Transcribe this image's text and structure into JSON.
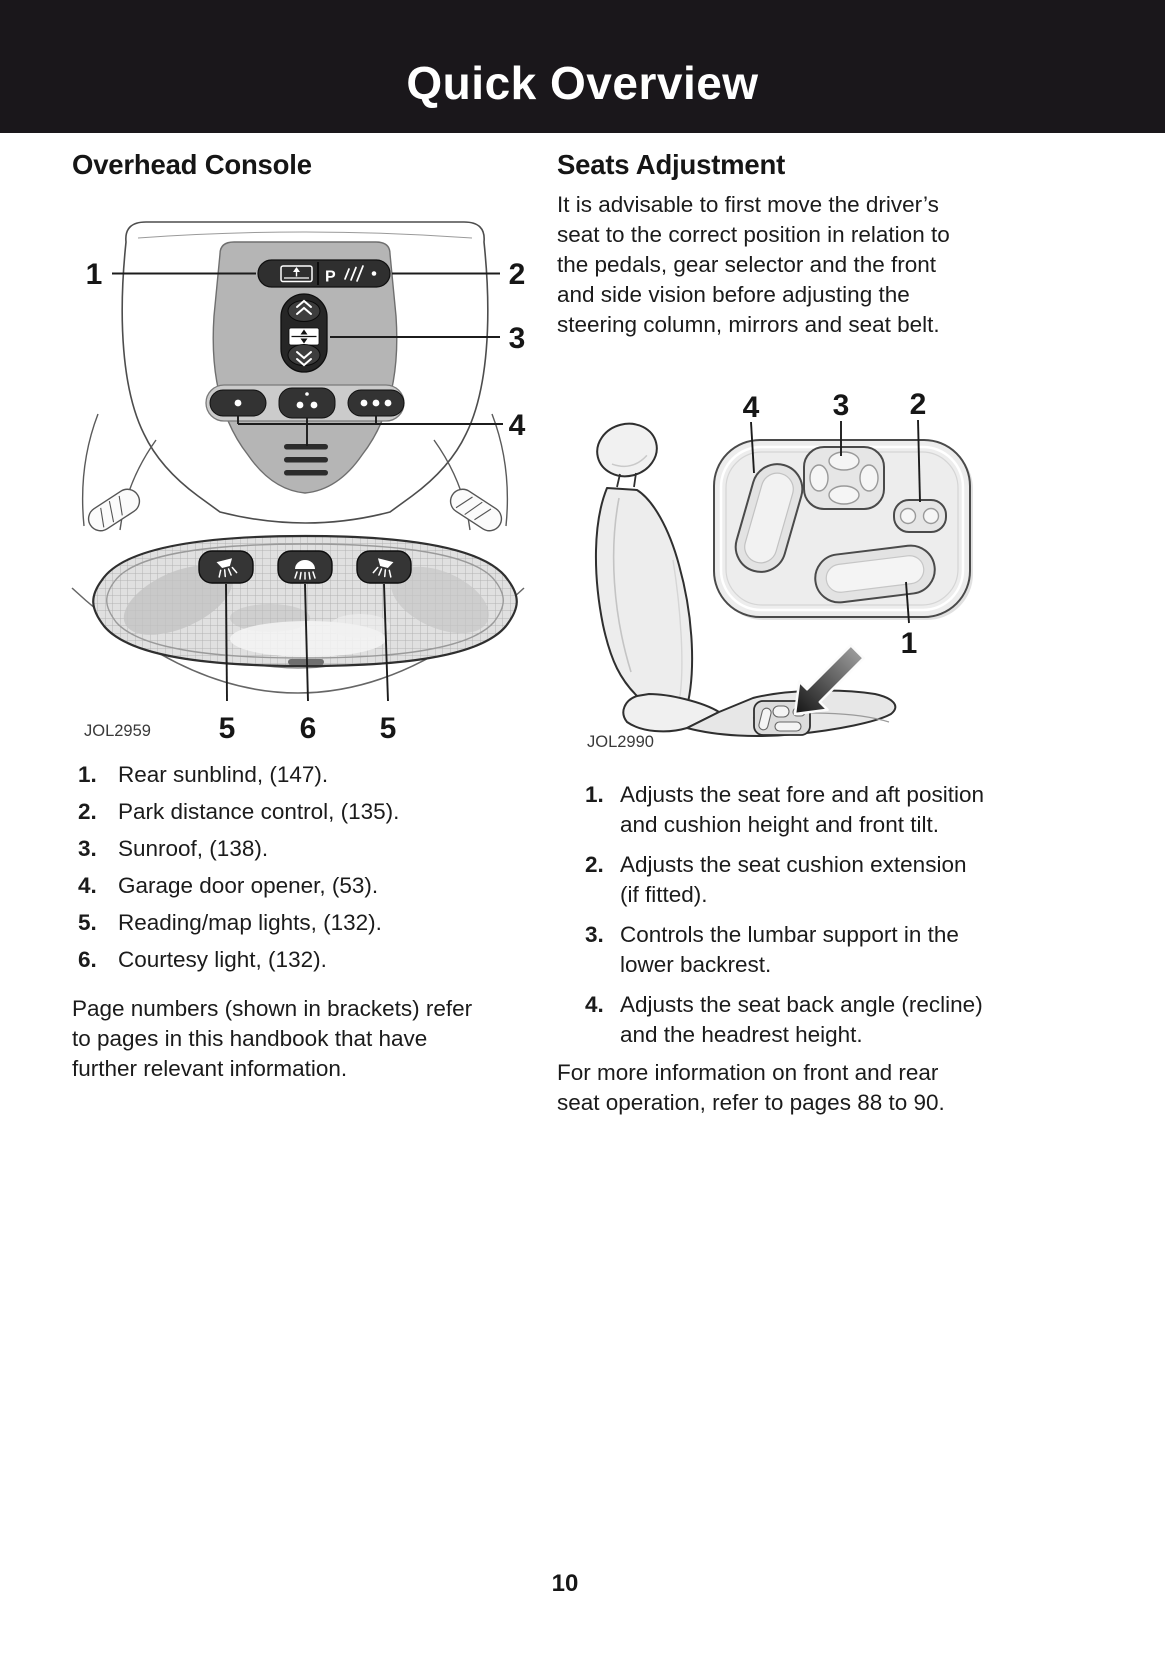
{
  "header": {
    "title": "Quick Overview"
  },
  "footer": {
    "page_number": "10"
  },
  "left_column": {
    "heading": "Overhead Console",
    "figure": {
      "label": "JOL2959",
      "park_icon_letter": "P",
      "callouts": [
        "1",
        "2",
        "3",
        "4",
        "5",
        "6",
        "5"
      ]
    },
    "items": [
      {
        "num": "1.",
        "text": "Rear sunblind, (147)."
      },
      {
        "num": "2.",
        "text": "Park distance control, (135)."
      },
      {
        "num": "3.",
        "text": "Sunroof, (138)."
      },
      {
        "num": "4.",
        "text": "Garage door opener, (53)."
      },
      {
        "num": "5.",
        "text": "Reading/map lights, (132)."
      },
      {
        "num": "6.",
        "text": "Courtesy light, (132)."
      }
    ],
    "note": "Page numbers (shown in brackets) refer\nto pages in this handbook that have\nfurther relevant information."
  },
  "right_column": {
    "heading": "Seats Adjustment",
    "intro": "It is advisable to first move the driver’s\nseat to the correct position in relation to\nthe pedals, gear selector and the front\nand side vision before adjusting the\nsteering column, mirrors and seat belt.",
    "figure": {
      "label": "JOL2990",
      "callouts": [
        "4",
        "3",
        "2",
        "1"
      ]
    },
    "items": [
      {
        "num": "1.",
        "text": "Adjusts the seat fore and aft position\nand cushion height and front tilt."
      },
      {
        "num": "2.",
        "text": "Adjusts the seat cushion extension\n(if fitted)."
      },
      {
        "num": "3.",
        "text": "Controls the lumbar support in the\nlower backrest."
      },
      {
        "num": "4.",
        "text": "Adjusts the seat back angle (recline)\nand the headrest height."
      }
    ],
    "note": "For more information on front and rear\nseat operation, refer to pages 88 to 90."
  },
  "colors": {
    "header_bar": "#1a171b",
    "text": "#1b1b1b",
    "diagram_stroke": "#2f2f2f"
  }
}
